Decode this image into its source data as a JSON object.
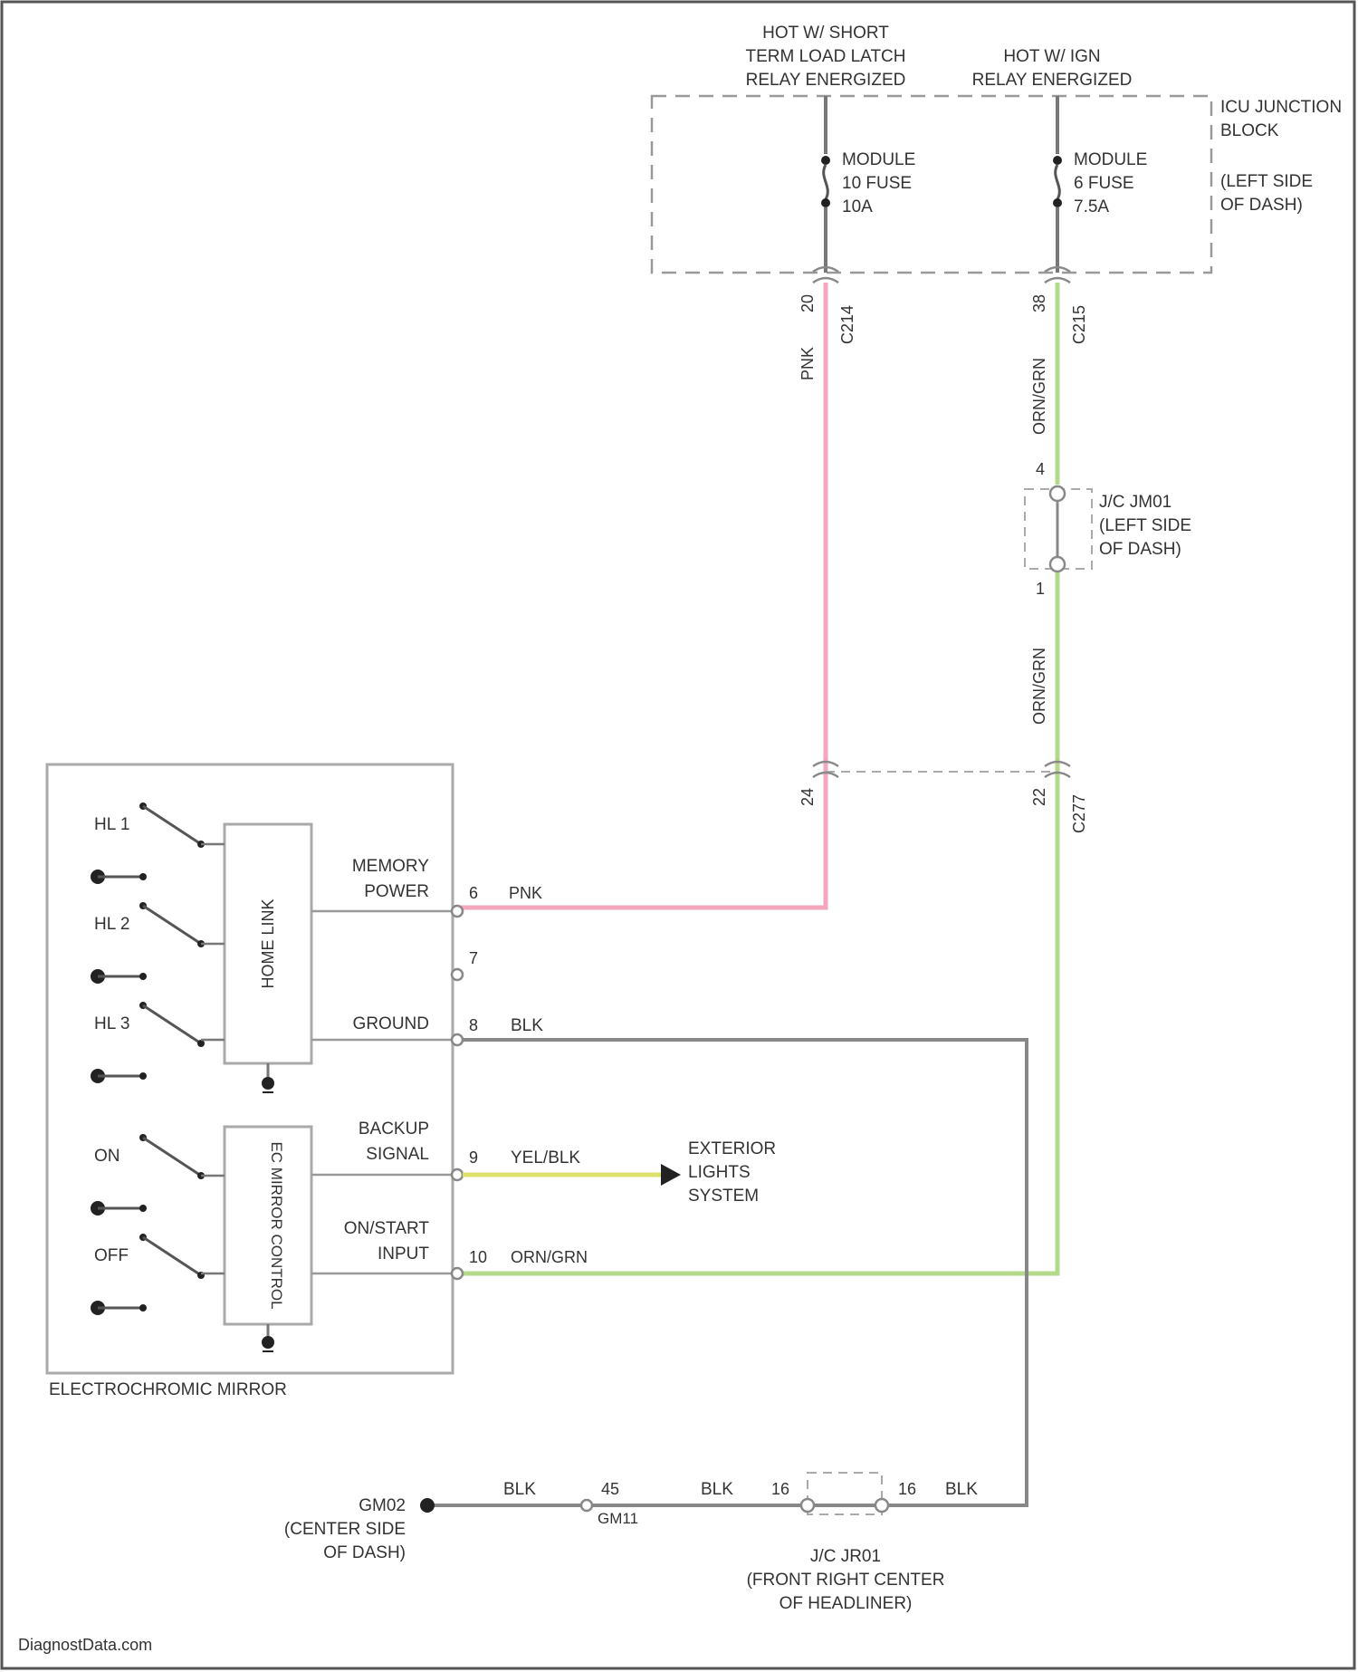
{
  "top_labels": {
    "hot_short_1": "HOT W/ SHORT",
    "hot_short_2": "TERM LOAD LATCH",
    "hot_short_3": "RELAY ENERGIZED",
    "hot_ign_1": "HOT W/ IGN",
    "hot_ign_2": "RELAY ENERGIZED"
  },
  "junction_block": {
    "line1": "ICU JUNCTION",
    "line2": "BLOCK",
    "line3": "(LEFT SIDE",
    "line4": "OF DASH)"
  },
  "fuses": [
    {
      "name": "MODULE",
      "fuse": "10 FUSE",
      "rating": "10A"
    },
    {
      "name": "MODULE",
      "fuse": "6 FUSE",
      "rating": "7.5A"
    }
  ],
  "connectors": {
    "c1_pin": "20",
    "c1_id": "C214",
    "c2_pin": "38",
    "c2_id": "C215",
    "jc_top_pin": "4",
    "jc_bottom_pin": "1",
    "c3_pin_left": "24",
    "c3_pin_right": "22",
    "c3_id": "C277",
    "jc_jm01_1": "J/C JM01",
    "jc_jm01_2": "(LEFT SIDE",
    "jc_jm01_3": "OF DASH)"
  },
  "wires": {
    "pnk": "PNK",
    "org_grn": "ORN/GRN",
    "blk": "BLK",
    "yel_blk": "YEL/BLK"
  },
  "wire_colors": {
    "pnk": "#f4a6bd",
    "grn": "#b5d98a",
    "yel": "#dde06a",
    "blk": "#888888"
  },
  "mirror": {
    "title": "ELECTROCHROMIC MIRROR",
    "switches": [
      "HL 1",
      "HL 2",
      "HL 3",
      "ON",
      "OFF"
    ],
    "home_link": "HOME LINK",
    "ec_control": "EC MIRROR CONTROL",
    "pins": [
      {
        "num": "6",
        "l1": "MEMORY",
        "l2": "POWER"
      },
      {
        "num": "7",
        "l1": "",
        "l2": ""
      },
      {
        "num": "8",
        "l1": "",
        "l2": "GROUND"
      },
      {
        "num": "9",
        "l1": "BACKUP",
        "l2": "SIGNAL"
      },
      {
        "num": "10",
        "l1": "ON/START",
        "l2": "INPUT"
      }
    ]
  },
  "exterior": {
    "line1": "EXTERIOR",
    "line2": "LIGHTS",
    "line3": "SYSTEM"
  },
  "ground": {
    "id": "GM02",
    "line2": "(CENTER SIDE",
    "line3": "OF DASH)",
    "c_pin": "45",
    "c_id": "GM11",
    "jc_pin_left": "16",
    "jc_pin_right": "16",
    "jc_1": "J/C JR01",
    "jc_2": "(FRONT RIGHT CENTER",
    "jc_3": "OF HEADLINER)"
  },
  "watermark": "DiagnostData.com"
}
